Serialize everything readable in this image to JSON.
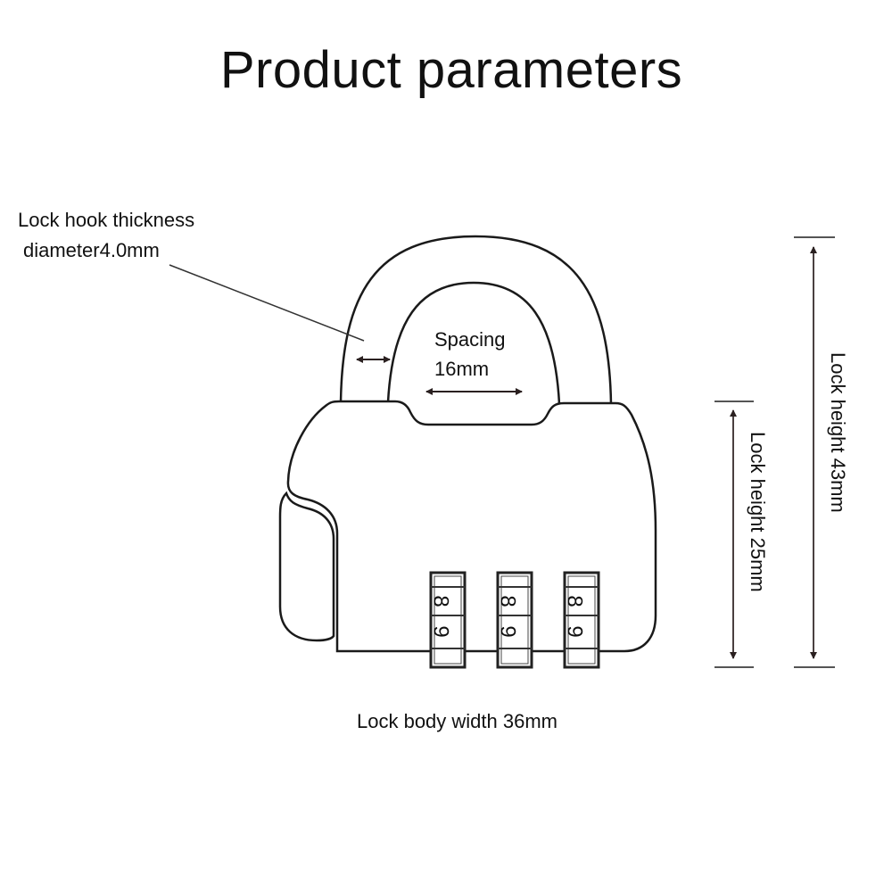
{
  "title": "Product parameters",
  "annotations": {
    "hook_thickness_line1": "Lock hook thickness",
    "hook_thickness_line2": "diameter4.0mm",
    "spacing_line1": "Spacing",
    "spacing_line2": "16mm",
    "body_width": "Lock body width 36mm",
    "body_height": "Lock height 25mm",
    "total_height": "Lock height 43mm"
  },
  "dials": [
    {
      "top_digit": "8",
      "bottom_digit": "9"
    },
    {
      "top_digit": "8",
      "bottom_digit": "9"
    },
    {
      "top_digit": "8",
      "bottom_digit": "9"
    }
  ],
  "colors": {
    "line": "#1a1a1a",
    "dimension_line": "#4a4040",
    "background": "#ffffff"
  }
}
